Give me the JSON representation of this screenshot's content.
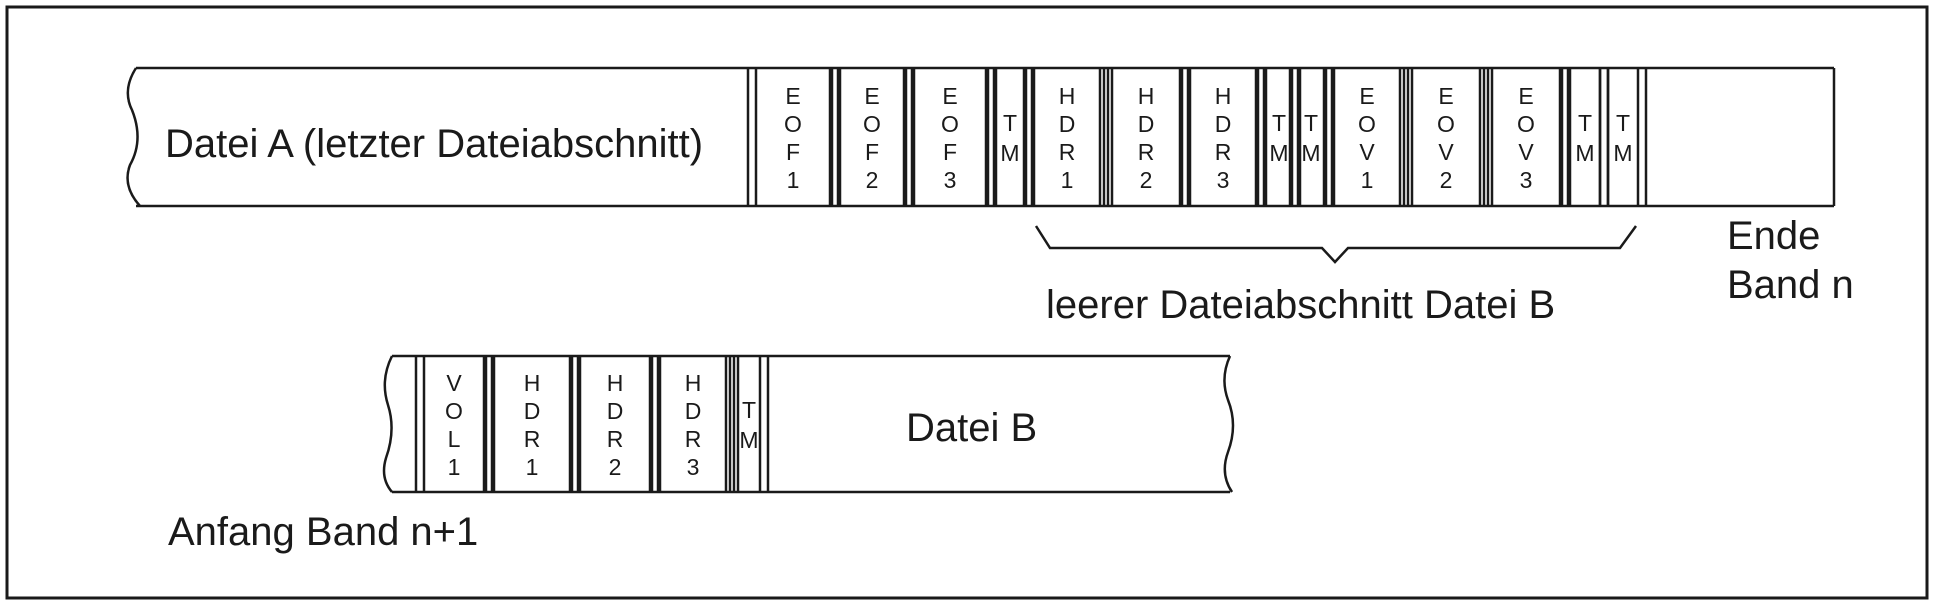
{
  "tape_n": {
    "file_label": "Datei A (letzter Dateiabschnitt)",
    "blocks": [
      {
        "label": "EOF1",
        "lines": [
          "E",
          "O",
          "F",
          "1"
        ]
      },
      {
        "label": "EOF2",
        "lines": [
          "E",
          "O",
          "F",
          "2"
        ]
      },
      {
        "label": "EOF3",
        "lines": [
          "E",
          "O",
          "F",
          "3"
        ]
      },
      {
        "label": "TM",
        "lines": [
          "T",
          "M"
        ]
      },
      {
        "label": "HDR1",
        "lines": [
          "H",
          "D",
          "R",
          "1"
        ]
      },
      {
        "label": "HDR2",
        "lines": [
          "H",
          "D",
          "R",
          "2"
        ]
      },
      {
        "label": "HDR3",
        "lines": [
          "H",
          "D",
          "R",
          "3"
        ]
      },
      {
        "label": "TM",
        "lines": [
          "T",
          "M"
        ]
      },
      {
        "label": "TM",
        "lines": [
          "T",
          "M"
        ]
      },
      {
        "label": "EOV1",
        "lines": [
          "E",
          "O",
          "V",
          "1"
        ]
      },
      {
        "label": "EOV2",
        "lines": [
          "E",
          "O",
          "V",
          "2"
        ]
      },
      {
        "label": "EOV3",
        "lines": [
          "E",
          "O",
          "V",
          "3"
        ]
      },
      {
        "label": "TM",
        "lines": [
          "T",
          "M"
        ]
      },
      {
        "label": "TM",
        "lines": [
          "T",
          "M"
        ]
      }
    ],
    "brace_label": "leerer Dateiabschnitt Datei B",
    "end_label_line1": "Ende",
    "end_label_line2": "Band n"
  },
  "tape_n1": {
    "blocks": [
      {
        "label": "VOL1",
        "lines": [
          "V",
          "O",
          "L",
          "1"
        ]
      },
      {
        "label": "HDR1",
        "lines": [
          "H",
          "D",
          "R",
          "1"
        ]
      },
      {
        "label": "HDR2",
        "lines": [
          "H",
          "D",
          "R",
          "2"
        ]
      },
      {
        "label": "HDR3",
        "lines": [
          "H",
          "D",
          "R",
          "3"
        ]
      },
      {
        "label": "TM",
        "lines": [
          "T",
          "M"
        ]
      }
    ],
    "file_label": "Datei B",
    "start_label": "Anfang Band n+1"
  }
}
